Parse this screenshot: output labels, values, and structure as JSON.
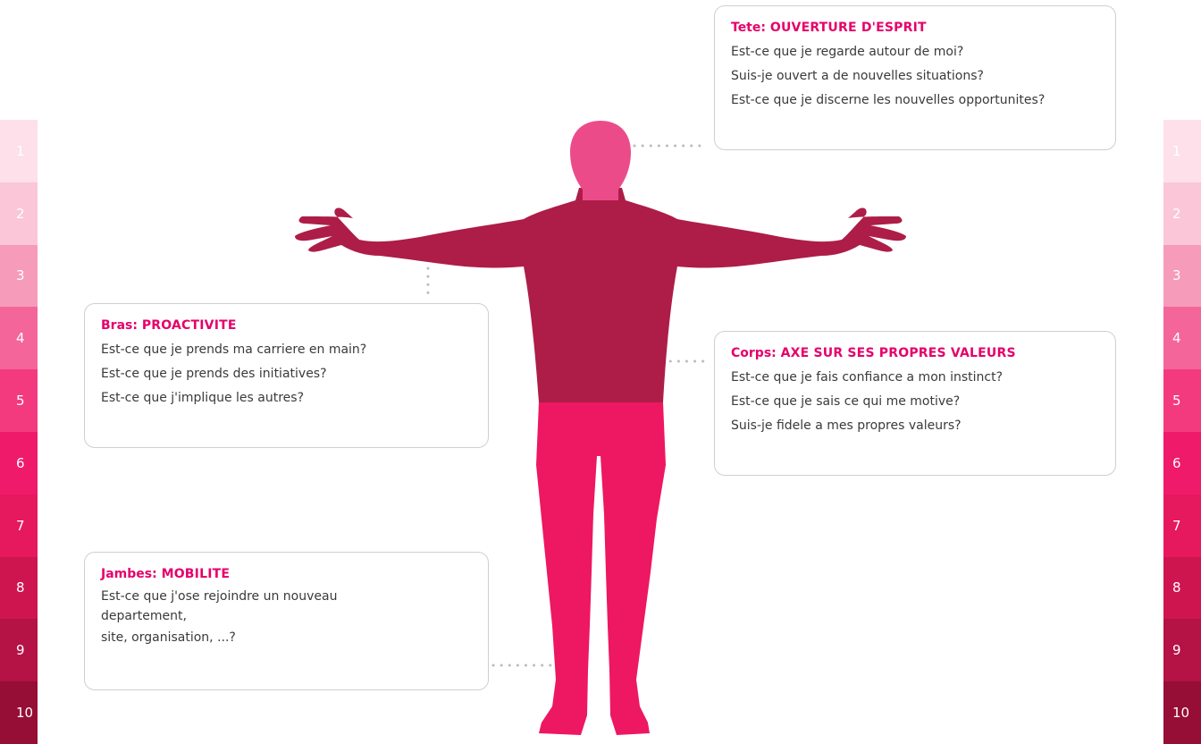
{
  "scale": {
    "levels": [
      "1",
      "2",
      "3",
      "4",
      "5",
      "6",
      "7",
      "8",
      "9",
      "10"
    ],
    "colors": [
      "#fde0ea",
      "#fbc6d8",
      "#f79bbb",
      "#f4669a",
      "#f33a7f",
      "#f01a6a",
      "#e6185e",
      "#cf1550",
      "#b51245",
      "#960d35"
    ]
  },
  "figure": {
    "colors": {
      "head": "#ec4b8a",
      "torso_arms": "#ad1d48",
      "legs": "#ee1761"
    }
  },
  "cards": {
    "tete": {
      "prefix": "Tete: ",
      "title": "OUVERTURE D'ESPRIT",
      "lines": [
        "Est-ce que je regarde autour de moi?",
        "Suis-je ouvert a de nouvelles situations?",
        "Est-ce que je discerne les nouvelles opportunites?"
      ]
    },
    "bras": {
      "prefix": "Bras: ",
      "title": "PROACTIVITE",
      "lines": [
        "Est-ce que je prends ma carriere en main?",
        "Est-ce que je prends des initiatives?",
        "Est-ce que j'implique les autres?"
      ]
    },
    "corps": {
      "prefix": "Corps: ",
      "title": "AXE SUR SES PROPRES VALEURS",
      "lines": [
        "Est-ce que je fais confiance a mon instinct?",
        "Est-ce que je sais ce qui me motive?",
        "Suis-je fidele a mes propres valeurs?"
      ]
    },
    "jambes": {
      "prefix": "Jambes: ",
      "title": "MOBILITE",
      "lines": [
        "Est-ce que j'ose rejoindre un nouveau",
        "departement,",
        "site, organisation, ...?"
      ]
    }
  }
}
